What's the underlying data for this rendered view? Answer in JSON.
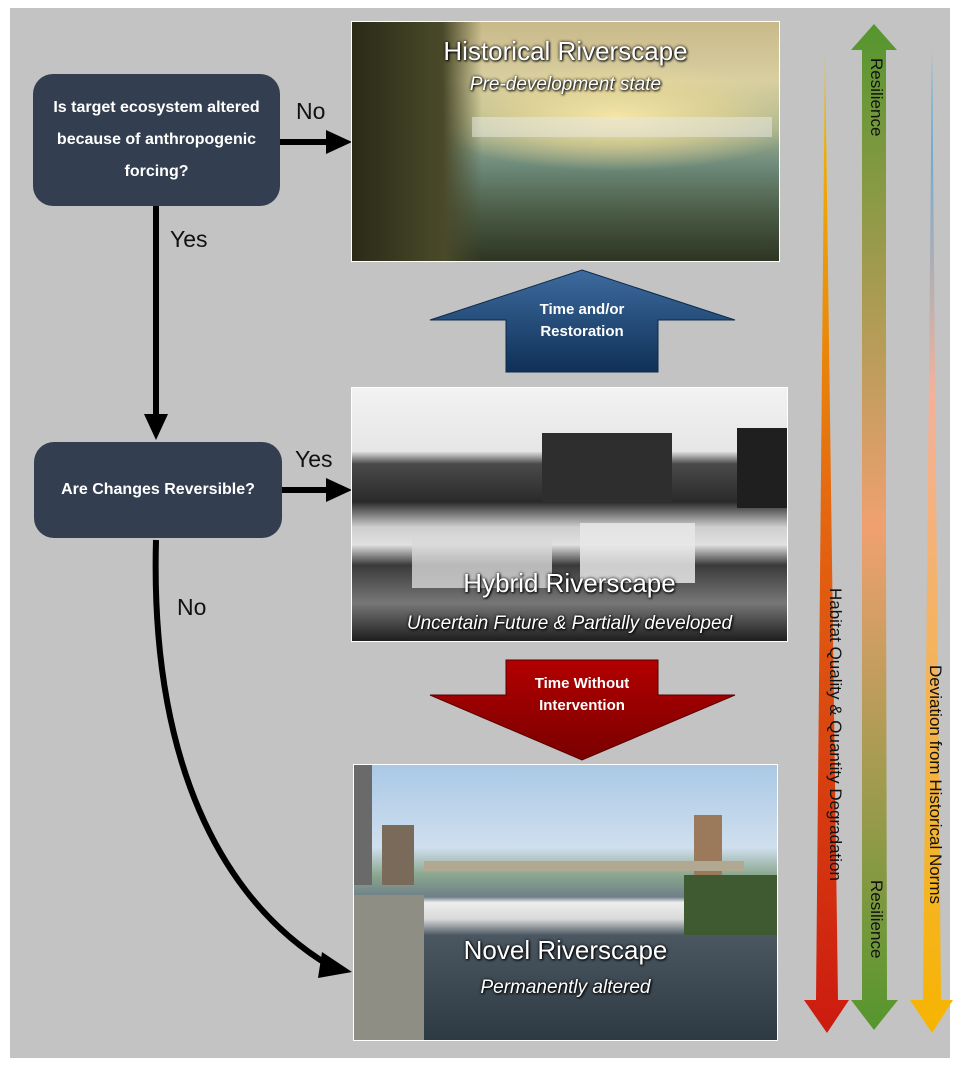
{
  "flow": {
    "q1": "Is target ecosystem altered because of anthropogenic forcing?",
    "q2": "Are Changes Reversible?",
    "q1_no": "No",
    "q1_yes": "Yes",
    "q2_yes": "Yes",
    "q2_no": "No"
  },
  "panels": {
    "historical": {
      "title": "Historical Riverscape",
      "subtitle": "Pre-development state"
    },
    "hybrid": {
      "title": "Hybrid Riverscape",
      "subtitle": "Uncertain Future & Partially developed"
    },
    "novel": {
      "title": "Novel Riverscape",
      "subtitle": "Permanently altered"
    }
  },
  "transitions": {
    "up": "Time and/or Restoration",
    "down": "Time Without Intervention"
  },
  "gradients": {
    "habitat": "Habitat Quality & Quantity Degradation",
    "resilience_top": "Resilience",
    "resilience_bottom": "Resilience",
    "deviation": "Deviation from Historical Norms"
  }
}
